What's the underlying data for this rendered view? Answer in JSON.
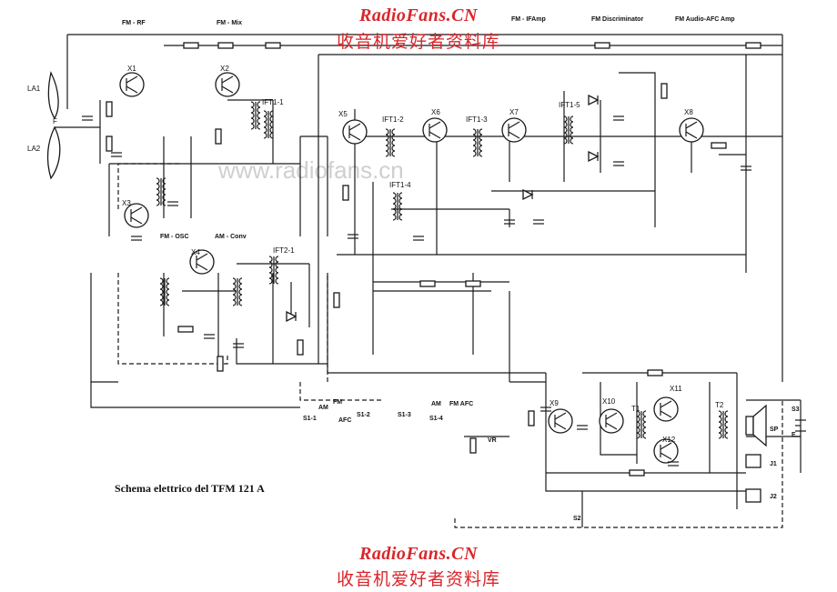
{
  "watermark": {
    "site_name": "RadioFans.CN",
    "site_subtitle": "收音机爱好者资料库",
    "faint_text": "www.radiofans.cn"
  },
  "caption": "Schema elettrico del TFM 121 A",
  "stage_labels": [
    "FM - RF",
    "FM - Mix",
    "FM - IFAmp",
    "FM Discriminator",
    "FM Audio-AFC Amp",
    "FM - OSC",
    "AM - Conv"
  ],
  "transistors": [
    "X1",
    "X2",
    "X3",
    "X4",
    "X5",
    "X6",
    "X7",
    "X8",
    "X9",
    "X10",
    "X11",
    "X12"
  ],
  "transformers": [
    "IFT1-1",
    "IFT1-2",
    "IFT1-3",
    "IFT1-4",
    "IFT1-5",
    "IFT2-1",
    "T1",
    "T2"
  ],
  "antennas": [
    "LA1",
    "LA2"
  ],
  "switch_labels": {
    "s1": "S1-1",
    "s2": "S1-2",
    "s3": "S1-3",
    "s4": "S1-4",
    "s5": "S2",
    "s6": "S3",
    "am": "AM",
    "fm": "FM",
    "afc": "AFC",
    "fm_afc": "FM AFC"
  },
  "misc_labels": {
    "speaker": "SP",
    "volume": "VR",
    "battery": "E",
    "jack1": "J1",
    "jack2": "J2",
    "feed": "F"
  },
  "colors": {
    "watermark": "#d8262b",
    "ink": "#1a1a1a",
    "paper": "#ffffff"
  }
}
